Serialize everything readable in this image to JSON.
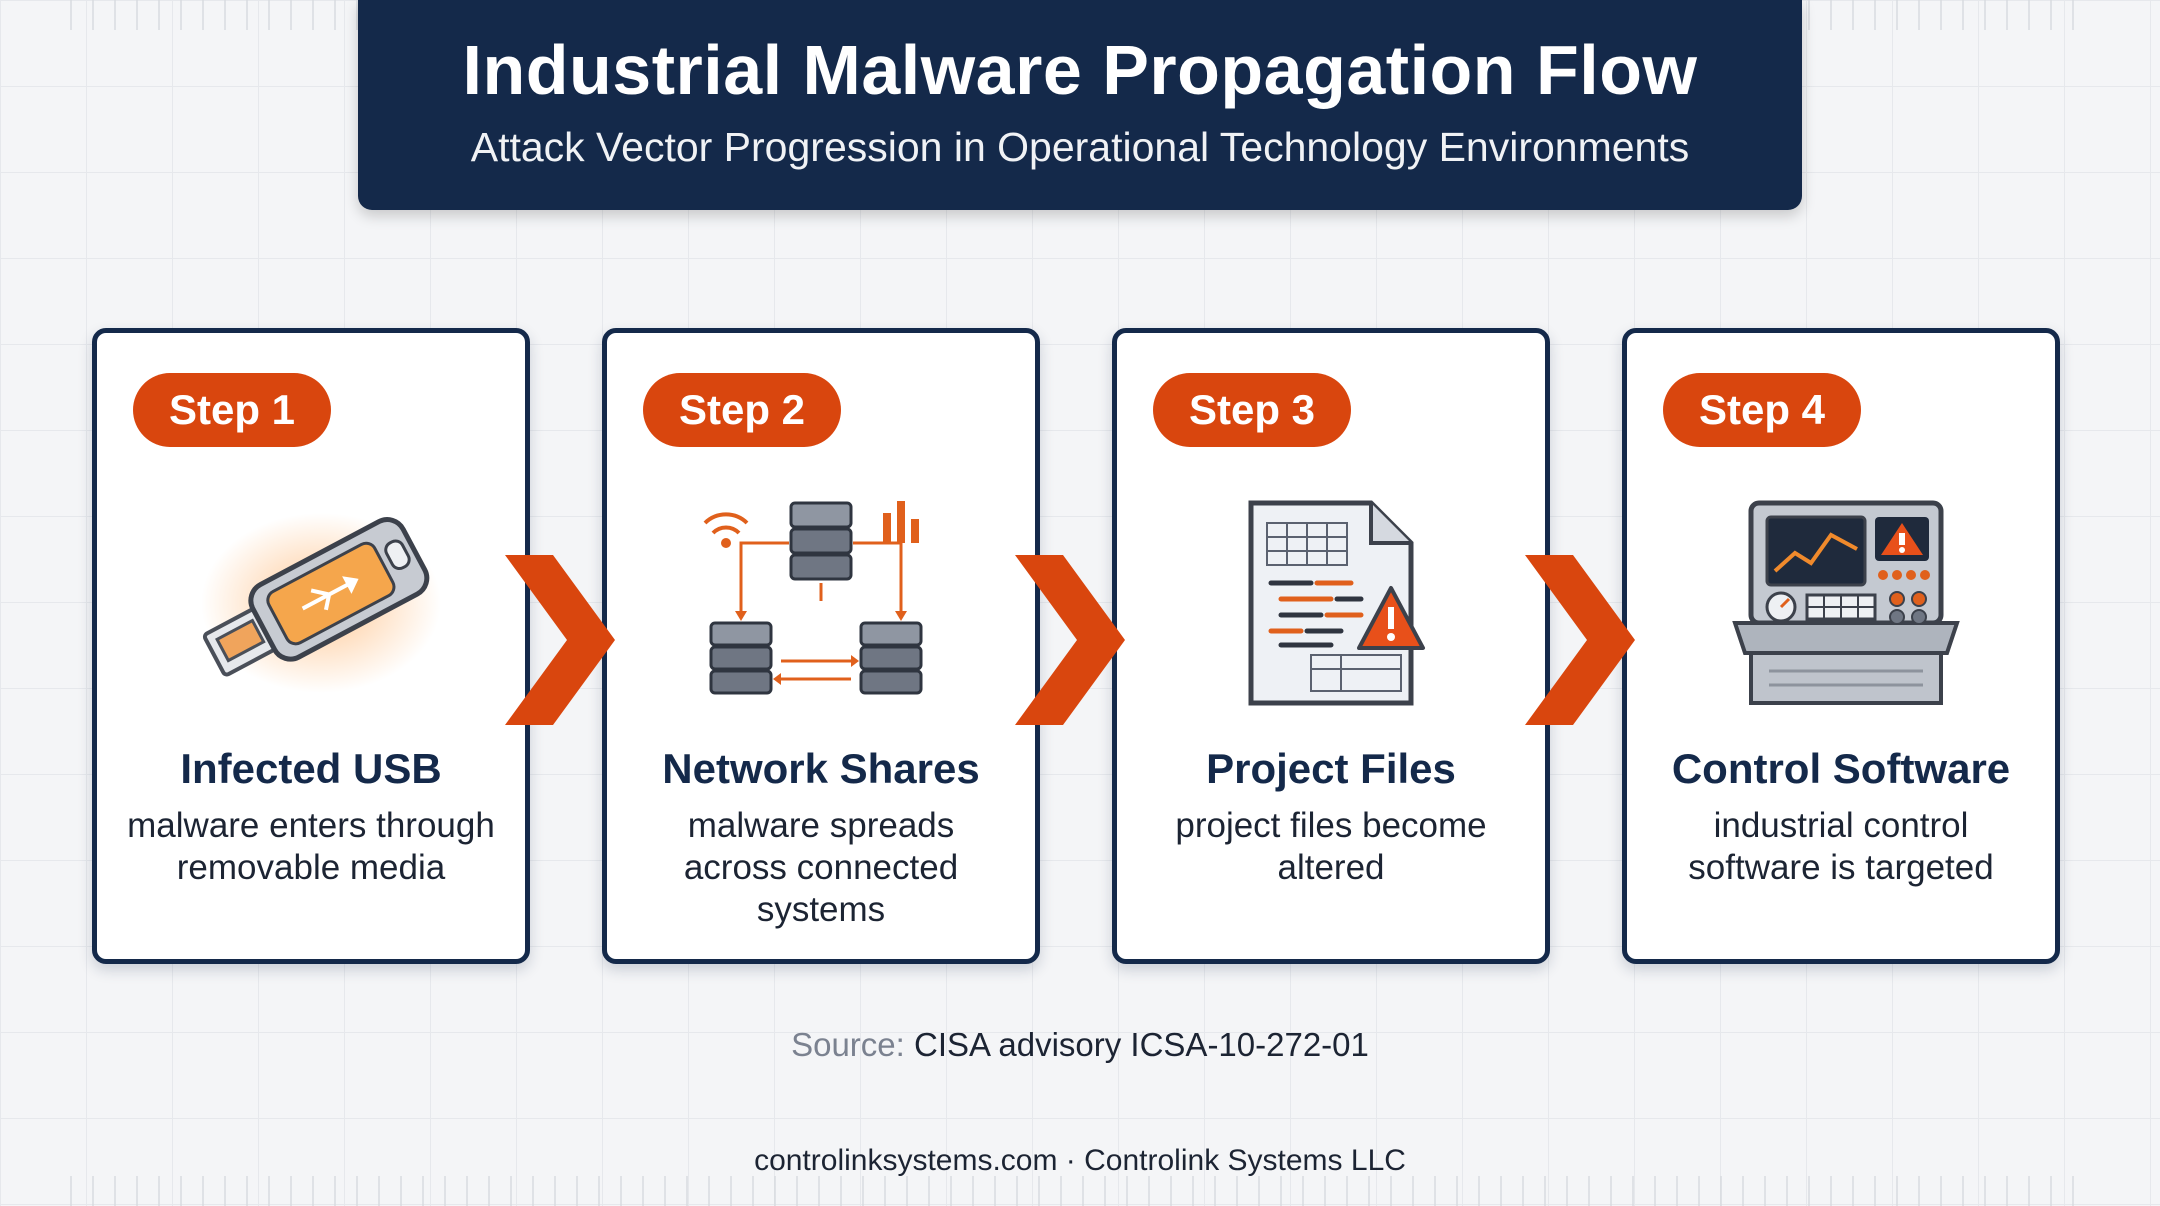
{
  "header": {
    "title": "Industrial Malware Propagation Flow",
    "subtitle": "Attack Vector Progression in Operational Technology Environments"
  },
  "steps": [
    {
      "badge": "Step 1",
      "title": "Infected USB",
      "description": "malware enters through removable media",
      "icon": "usb-drive-icon"
    },
    {
      "badge": "Step 2",
      "title": "Network Shares",
      "description": "malware spreads across connected systems",
      "icon": "network-servers-icon"
    },
    {
      "badge": "Step 3",
      "title": "Project Files",
      "description": "project files become altered",
      "icon": "project-file-warning-icon"
    },
    {
      "badge": "Step 4",
      "title": "Control Software",
      "description": "industrial control software is targeted",
      "icon": "control-console-icon"
    }
  ],
  "source": {
    "label": "Source:",
    "text": "CISA advisory ICSA-10-272-01"
  },
  "footer": {
    "text": "controlinksystems.com · Controlink Systems LLC"
  },
  "colors": {
    "navy": "#14294a",
    "accent": "#d9460e",
    "background": "#f4f5f7"
  }
}
